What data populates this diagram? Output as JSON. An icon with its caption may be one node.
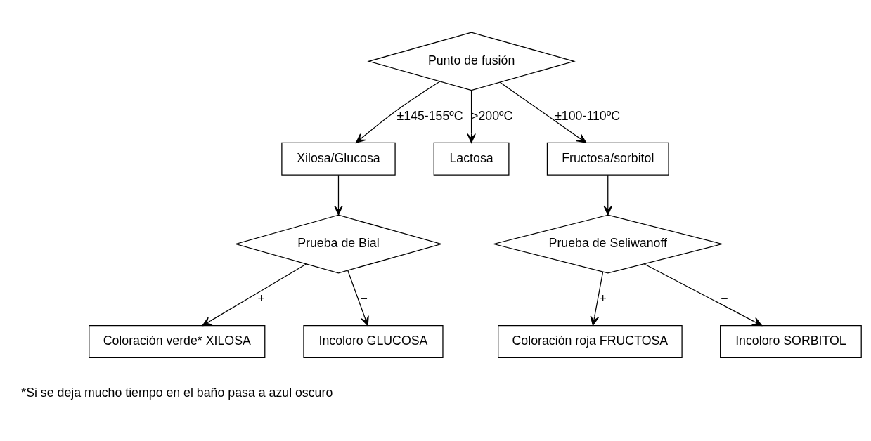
{
  "diagram": {
    "nodes": [
      {
        "text": [
          "Punto de fusión"
        ]
      },
      {
        "text": [
          "Xilosa/Glucosa"
        ]
      },
      {
        "text": [
          "Lactosa"
        ]
      },
      {
        "text": [
          "Fructosa/sorbitol"
        ]
      },
      {
        "text": [
          "Prueba de Bial"
        ]
      },
      {
        "text": [
          "Coloración verde* XILOSA"
        ]
      },
      {
        "text": [
          "Incoloro GLUCOSA"
        ]
      },
      {
        "text": [
          "Prueba de Seliwanoff"
        ]
      },
      {
        "text": [
          "Coloración roja FRUCTOSA"
        ]
      },
      {
        "text": [
          "Incoloro SORBITOL"
        ]
      }
    ],
    "edges": [
      {
        "from": 0,
        "to": 1,
        "arrow": "to",
        "label": "±145-155ºC"
      },
      {
        "from": 0,
        "to": 2,
        "arrow": "to",
        "label": ">200ºC"
      },
      {
        "from": 0,
        "to": 3,
        "arrow": "to",
        "label": "±100-110ºC"
      },
      {
        "from": 1,
        "to": 4,
        "arrow": "to"
      },
      {
        "from": 3,
        "to": 7,
        "arrow": "to"
      },
      {
        "from": 4,
        "to": 5,
        "arrow": "to",
        "label": "+"
      },
      {
        "from": 4,
        "to": 6,
        "arrow": "to",
        "label": "−"
      },
      {
        "from": 7,
        "to": 8,
        "arrow": "to",
        "label": "+"
      },
      {
        "from": 7,
        "to": 9,
        "arrow": "to",
        "label": "−"
      }
    ],
    "labels": [
      "*Si se deja mucho tiempo en el baño pasa a azul oscuro"
    ]
  }
}
